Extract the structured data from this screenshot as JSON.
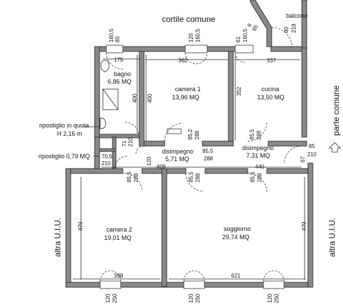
{
  "labels": {
    "courtyard": "cortile comune",
    "common_area": "parte comune",
    "other_unit": "altra U.I.U.",
    "balcony": "balcone",
    "attic_closet": "ripostiglio in quota",
    "attic_height": "H 2,16 m",
    "closet": "ripostiglio 0,79 MQ"
  },
  "rooms": [
    {
      "id": "bagno",
      "name": "bagno",
      "area": "6,86 MQ"
    },
    {
      "id": "camera1",
      "name": "camera 1",
      "area": "13,96 MQ"
    },
    {
      "id": "cucina",
      "name": "cucina",
      "area": "13,50 MQ"
    },
    {
      "id": "disimpegno1",
      "name": "disimpegno",
      "area": "5,71 MQ"
    },
    {
      "id": "disimpegno2",
      "name": "disimpegno",
      "area": "7,31 MQ"
    },
    {
      "id": "camera2",
      "name": "camera 2",
      "area": "19,01 MQ"
    },
    {
      "id": "soggiorno",
      "name": "soggiorno",
      "area": "29,74 MQ"
    }
  ],
  "dimensions": {
    "top_bagno_w": "160,5",
    "top_bagno_h": "80",
    "bagno_width": "175",
    "c1_win_w": "120",
    "c1_win_h": "160,5",
    "c1_width": "362",
    "c1_height": "400",
    "bagno_height": "400",
    "k_win_w": "61",
    "k_win_h": "160,5",
    "k_width": "337",
    "k_height": "352",
    "balc_door_w": "80",
    "balc_door_h": "219",
    "balc_d1": "85",
    "balc_d2": "6",
    "c1_door_w": "85,2",
    "c1_door_h": "288",
    "k_door_w": "85,5",
    "k_door_h": "288",
    "d1_door_w": "85,5",
    "d1_door_h": "288",
    "entry_w": "85",
    "entry_h": "210",
    "entry_side": "67",
    "closet_w": "70,5",
    "closet_h": "210",
    "attic_w": "71",
    "hall_w": "120",
    "hall_len": "409",
    "hall2_len": "440",
    "c2_door_w": "85,5",
    "c2_door_h": "288",
    "s_door1_w": "85,5",
    "s_door1_h": "288",
    "s_door2_w": "85,5",
    "s_door2_h": "288",
    "c2_height": "479",
    "s_height": "479",
    "c2_width": "398",
    "s_width": "621",
    "bw1_w": "120",
    "bw1_h": "250",
    "bw2_w": "120",
    "bw2_h": "250",
    "bw3_w": "120",
    "bw3_h": "250"
  },
  "colors": {
    "wall": "#8a8a8a",
    "line": "#222222",
    "background": "#ffffff"
  }
}
